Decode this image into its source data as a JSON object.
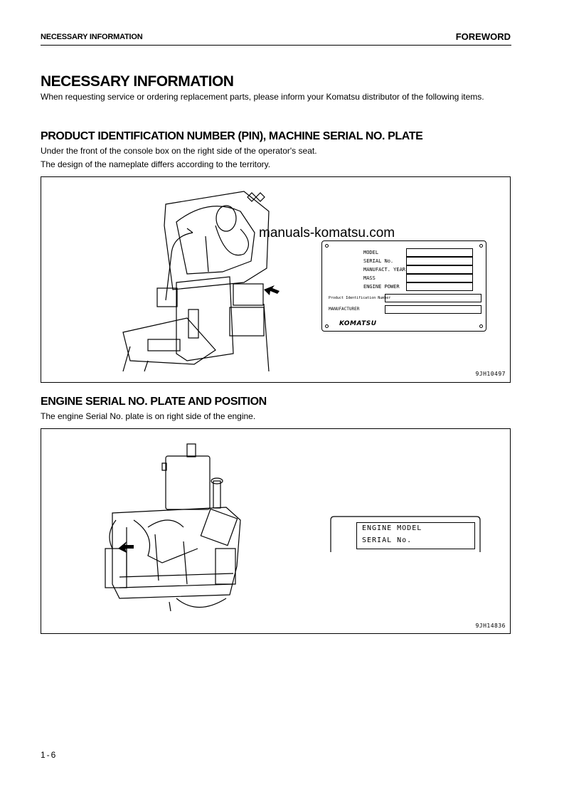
{
  "header": {
    "section": "NECESSARY INFORMATION",
    "chapter": "FOREWORD"
  },
  "title": "NECESSARY INFORMATION",
  "intro": "When requesting service or ordering replacement parts, please inform your Komatsu distributor of the following items.",
  "pin_section": {
    "heading": "PRODUCT IDENTIFICATION NUMBER (PIN), MACHINE SERIAL NO. PLATE",
    "line1": "Under the front of the console box on the right side of the operator's seat.",
    "line2": "The design of the nameplate differs according to the territory.",
    "figure_code": "9JH10497",
    "watermark": "manuals-komatsu.com",
    "plate": {
      "fields": [
        "MODEL",
        "SERIAL No.",
        "MANUFACT. YEAR",
        "MASS",
        "ENGINE POWER"
      ],
      "pin_label": "Product Identification Number",
      "manufacturer_label": "MANUFACTURER",
      "logo": "KOMATSU"
    }
  },
  "engine_section": {
    "heading": "ENGINE SERIAL NO. PLATE AND POSITION",
    "line1": "The engine Serial No. plate is on right side of the engine.",
    "figure_code": "9JH14836",
    "plate": {
      "engine_model_label": "ENGINE MODEL",
      "serial_label": "SERIAL No."
    }
  },
  "page_number": "1-6"
}
